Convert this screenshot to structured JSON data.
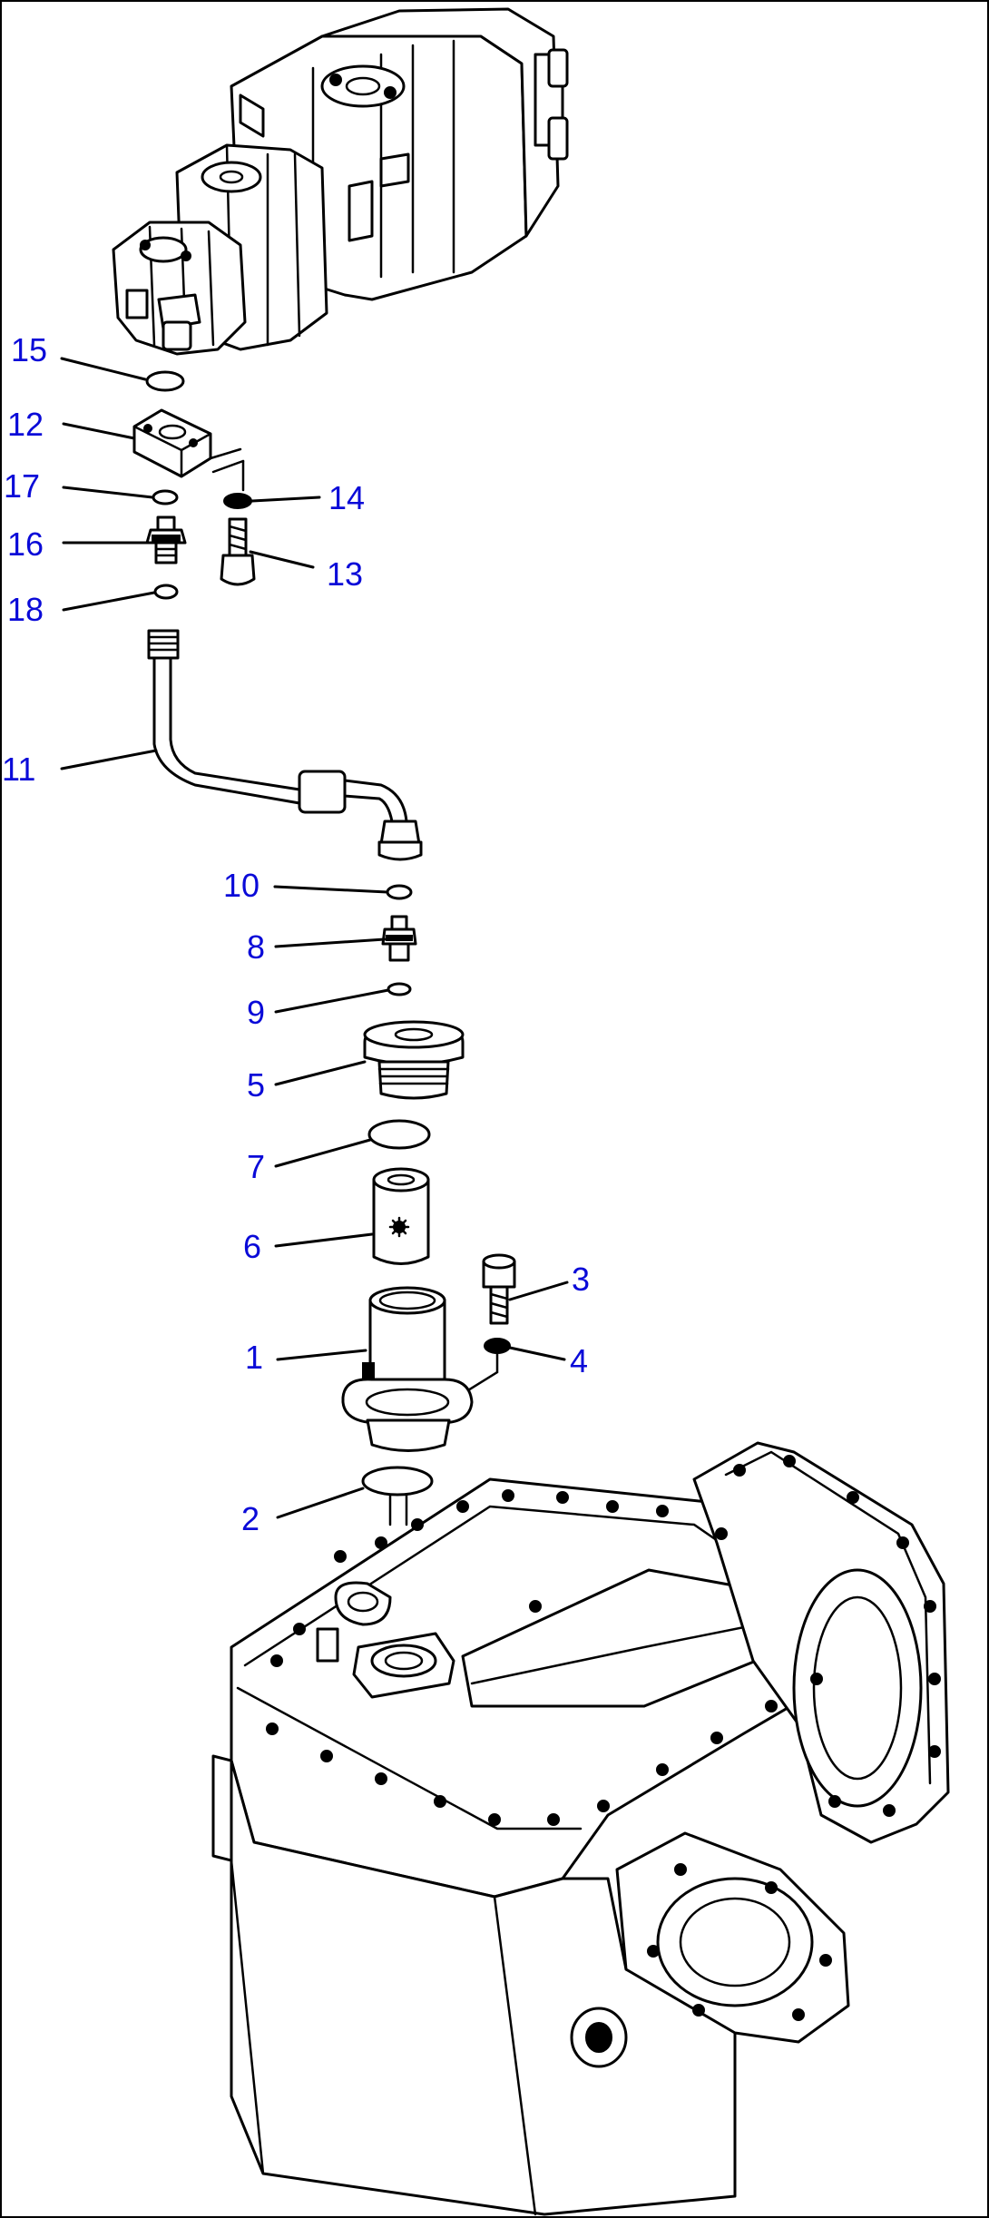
{
  "colors": {
    "callout": "#0a0ad8",
    "line": "#000000",
    "background": "#ffffff"
  },
  "callouts": [
    {
      "id": "c15",
      "label": "15"
    },
    {
      "id": "c12",
      "label": "12"
    },
    {
      "id": "c17",
      "label": "17"
    },
    {
      "id": "c14",
      "label": "14"
    },
    {
      "id": "c16",
      "label": "16"
    },
    {
      "id": "c13",
      "label": "13"
    },
    {
      "id": "c18",
      "label": "18"
    },
    {
      "id": "c11",
      "label": "11"
    },
    {
      "id": "c10",
      "label": "10"
    },
    {
      "id": "c8",
      "label": "8"
    },
    {
      "id": "c9",
      "label": "9"
    },
    {
      "id": "c5",
      "label": "5"
    },
    {
      "id": "c7",
      "label": "7"
    },
    {
      "id": "c6",
      "label": "6"
    },
    {
      "id": "c3",
      "label": "3"
    },
    {
      "id": "c1",
      "label": "1"
    },
    {
      "id": "c4",
      "label": "4"
    },
    {
      "id": "c2",
      "label": "2"
    }
  ]
}
